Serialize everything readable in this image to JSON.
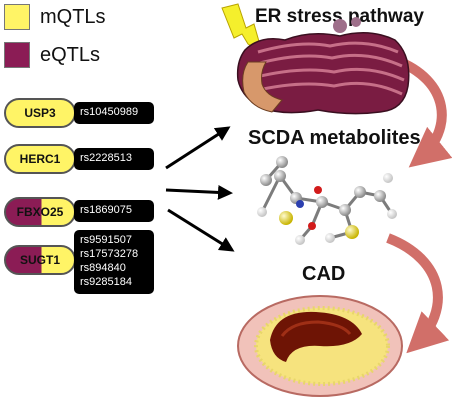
{
  "legend": [
    {
      "label": "mQTLs",
      "color": "#fff466"
    },
    {
      "label": "eQTLs",
      "color": "#8b1c55"
    }
  ],
  "genes": [
    {
      "name": "USP3",
      "type": "mQTL",
      "snps": [
        "rs10450989"
      ]
    },
    {
      "name": "HERC1",
      "type": "mQTL",
      "snps": [
        "rs2228513"
      ]
    },
    {
      "name": "FBXO25",
      "type": "both",
      "snps": [
        "rs1869075"
      ]
    },
    {
      "name": "SUGT1",
      "type": "eQTL",
      "snps": [
        "rs9591507",
        "rs17573278",
        "rs894840",
        "rs9285184"
      ]
    }
  ],
  "stages": [
    {
      "title": "ER stress pathway",
      "icon": "endoplasmic-reticulum-icon"
    },
    {
      "title": "SCDA metabolites",
      "icon": "molecule-icon"
    },
    {
      "title": "CAD",
      "icon": "artery-plaque-icon"
    }
  ],
  "colors": {
    "yellow": "#fff466",
    "purple": "#8b1c55",
    "snp_box": "#000000",
    "curve_arrow": "#c9574f"
  }
}
